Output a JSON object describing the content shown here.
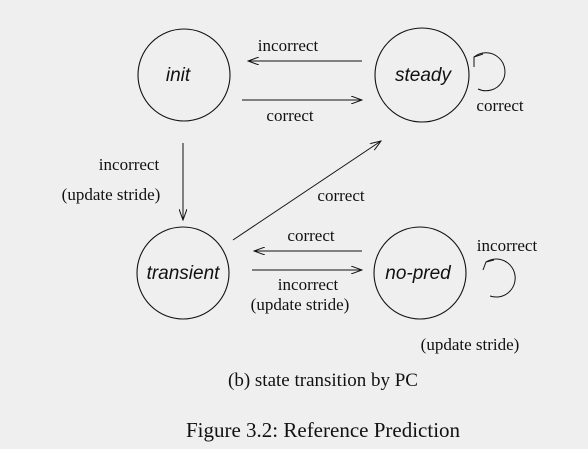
{
  "states": {
    "init": "init",
    "steady": "steady",
    "transient": "transient",
    "no_pred": "no-pred"
  },
  "edges": {
    "init_to_steady": "correct",
    "steady_to_init": "incorrect",
    "steady_self": "correct",
    "init_to_transient_line1": "incorrect",
    "init_to_transient_line2": "(update stride)",
    "transient_to_steady": "correct",
    "nopred_to_transient": "correct",
    "transient_to_nopred_line1": "incorrect",
    "transient_to_nopred_line2": "(update stride)",
    "nopred_self_line1": "incorrect",
    "nopred_self_line2": "(update stride)"
  },
  "captions": {
    "subfigure": "(b) state transition by PC",
    "figure": "Figure 3.2: Reference Prediction"
  },
  "colors": {
    "background": "#efefef",
    "stroke": "#111111"
  }
}
